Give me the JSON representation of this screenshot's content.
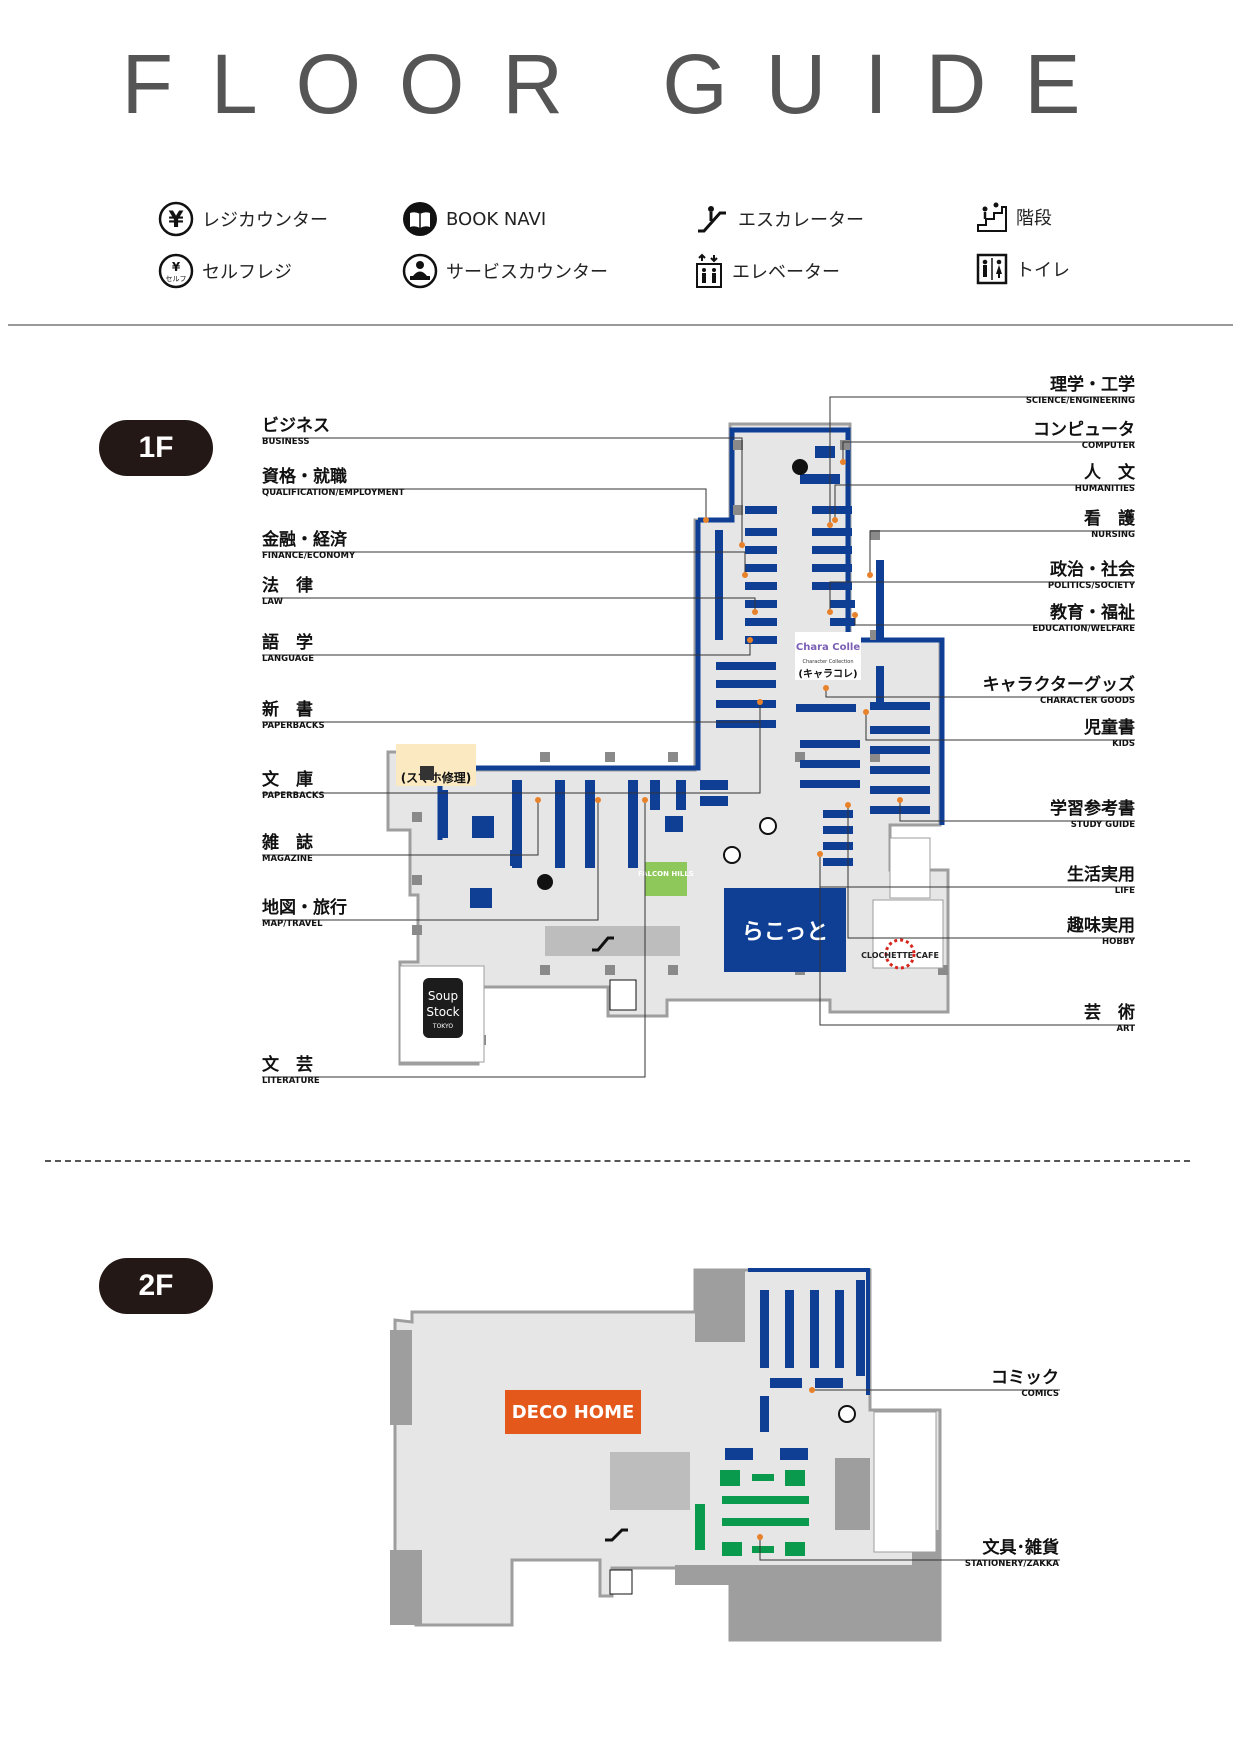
{
  "page": {
    "title": "FLOOR GUIDE"
  },
  "legend": [
    {
      "icon": "yen-register-icon",
      "label": "レジカウンター"
    },
    {
      "icon": "book-navi-icon",
      "label": "BOOK NAVI"
    },
    {
      "icon": "escalator-icon",
      "label": "エスカレーター"
    },
    {
      "icon": "stairs-icon",
      "label": "階段"
    },
    {
      "icon": "self-register-icon",
      "label": "セルフレジ",
      "icon_text": "セルフ"
    },
    {
      "icon": "service-counter-icon",
      "label": "サービスカウンター"
    },
    {
      "icon": "elevator-icon",
      "label": "エレベーター"
    },
    {
      "icon": "toilet-icon",
      "label": "トイレ"
    }
  ],
  "floors": [
    {
      "badge": "1F",
      "left_labels": [
        {
          "jp": "ビジネス",
          "en": "BUSINESS"
        },
        {
          "jp": "資格・就職",
          "en": "QUALIFICATION/EMPLOYMENT"
        },
        {
          "jp": "金融・経済",
          "en": "FINANCE/ECONOMY"
        },
        {
          "jp": "法　律",
          "en": "LAW"
        },
        {
          "jp": "語　学",
          "en": "LANGUAGE"
        },
        {
          "jp": "新　書",
          "en": "PAPERBACKS"
        },
        {
          "jp": "文　庫",
          "en": "PAPERBACKS"
        },
        {
          "jp": "雑　誌",
          "en": "MAGAZINE"
        },
        {
          "jp": "地図・旅行",
          "en": "MAP/TRAVEL"
        },
        {
          "jp": "文　芸",
          "en": "LITERATURE"
        }
      ],
      "right_labels": [
        {
          "jp": "理学・工学",
          "en": "SCIENCE/ENGINEERING"
        },
        {
          "jp": "コンピュータ",
          "en": "COMPUTER"
        },
        {
          "jp": "人　文",
          "en": "HUMANITIES"
        },
        {
          "jp": "看　護",
          "en": "NURSING"
        },
        {
          "jp": "政治・社会",
          "en": "POLITICS/SOCIETY"
        },
        {
          "jp": "教育・福祉",
          "en": "EDUCATION/WELFARE"
        },
        {
          "jp": "キャラクターグッズ",
          "en": "CHARACTER GOODS"
        },
        {
          "jp": "児童書",
          "en": "KIDS"
        },
        {
          "jp": "学習参考書",
          "en": "STUDY GUIDE"
        },
        {
          "jp": "生活実用",
          "en": "LIFE"
        },
        {
          "jp": "趣味実用",
          "en": "HOBBY"
        },
        {
          "jp": "芸　術",
          "en": "ART"
        }
      ],
      "map_labels": {
        "phone_repair": "(スマホ修理)",
        "chara_colle_logo": "Chara Colle",
        "chara_colle_sub": "Character Collection",
        "chara_colle_jp": "(キャラコレ)",
        "falcon_hills": "FALCON HILLS",
        "rakotto": "らこっと",
        "clochette_cafe": "CLOCHETTE CAFE",
        "soup_stock_1": "Soup",
        "soup_stock_2": "Stock",
        "soup_stock_3": "TOKYO"
      }
    },
    {
      "badge": "2F",
      "right_labels": [
        {
          "jp": "コミック",
          "en": "COMICS"
        },
        {
          "jp": "文具･雑貨",
          "en": "STATIONERY/ZAKKA"
        }
      ],
      "map_labels": {
        "deco_home": "DECO HOME"
      }
    }
  ],
  "colors": {
    "shelf_blue": "#0f3f95",
    "leader_orange": "#e8822a",
    "floor_gray": "#e6e6e6",
    "wall_gray": "#9e9e9e",
    "stationery_green": "#0a9a4e",
    "deco_orange": "#e4581c"
  }
}
